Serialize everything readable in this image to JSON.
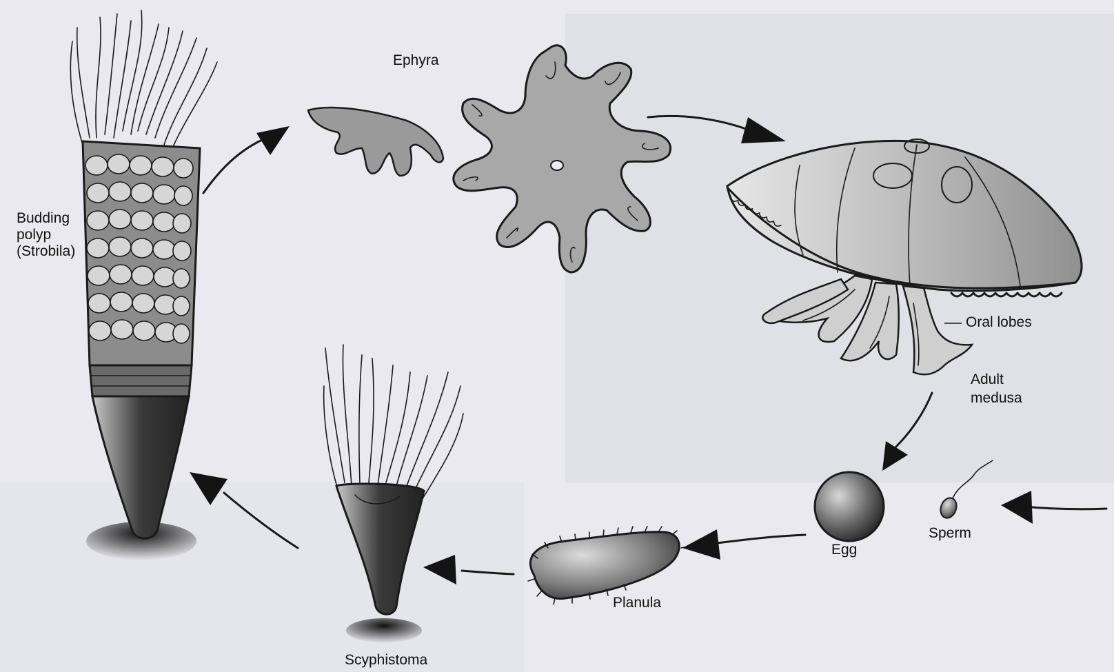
{
  "labels": {
    "strobila_line1": "Budding",
    "strobila_line2": "polyp",
    "strobila_line3": "(Strobila)",
    "ephyra": "Ephyra",
    "oral_lobes": "Oral lobes",
    "medusa_line1": "Adult",
    "medusa_line2": "medusa",
    "egg": "Egg",
    "sperm": "Sperm",
    "planula": "Planula",
    "scyphistoma": "Scyphistoma"
  }
}
